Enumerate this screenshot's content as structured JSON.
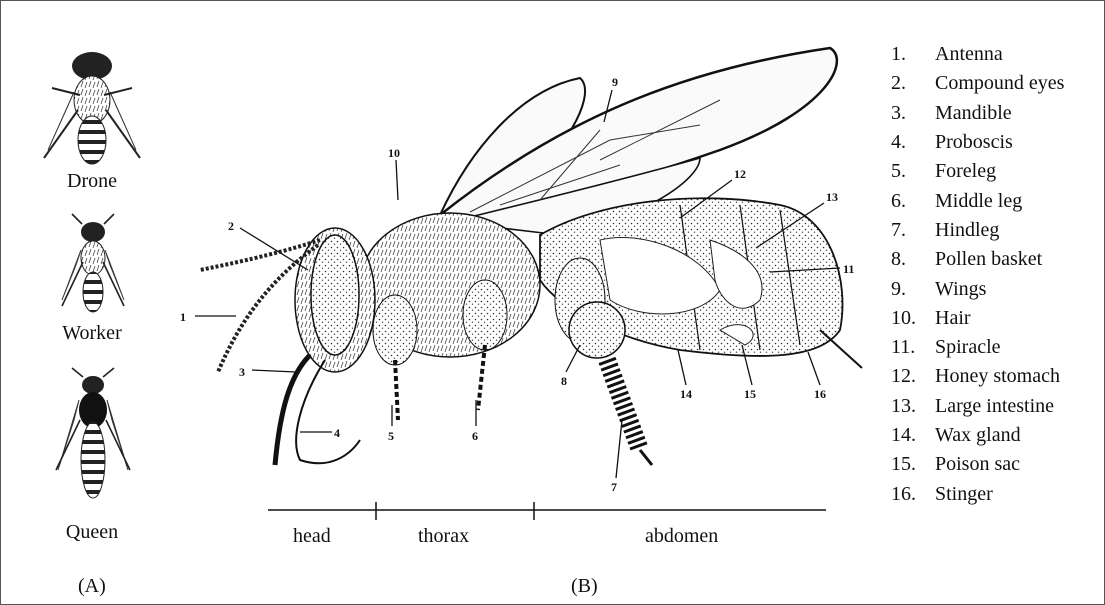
{
  "castes": [
    {
      "name": "Drone"
    },
    {
      "name": "Worker"
    },
    {
      "name": "Queen"
    }
  ],
  "panels": {
    "left": "(A)",
    "right": "(B)"
  },
  "legend": [
    {
      "num": "1.",
      "label": "Antenna"
    },
    {
      "num": "2.",
      "label": "Compound eyes"
    },
    {
      "num": "3.",
      "label": "Mandible"
    },
    {
      "num": "4.",
      "label": "Proboscis"
    },
    {
      "num": "5.",
      "label": "Foreleg"
    },
    {
      "num": "6.",
      "label": "Middle leg"
    },
    {
      "num": "7.",
      "label": "Hindleg"
    },
    {
      "num": "8.",
      "label": "Pollen basket"
    },
    {
      "num": "9.",
      "label": "Wings"
    },
    {
      "num": "10.",
      "label": "Hair"
    },
    {
      "num": "11.",
      "label": "Spiracle"
    },
    {
      "num": "12.",
      "label": "Honey stomach"
    },
    {
      "num": "13.",
      "label": "Large intestine"
    },
    {
      "num": "14.",
      "label": "Wax gland"
    },
    {
      "num": "15.",
      "label": "Poison sac"
    },
    {
      "num": "16.",
      "label": "Stinger"
    }
  ],
  "regions": {
    "head": "head",
    "thorax": "thorax",
    "abdomen": "abdomen"
  },
  "callouts": [
    "1",
    "2",
    "3",
    "4",
    "5",
    "6",
    "7",
    "8",
    "9",
    "10",
    "11",
    "12",
    "13",
    "14",
    "15",
    "16"
  ]
}
